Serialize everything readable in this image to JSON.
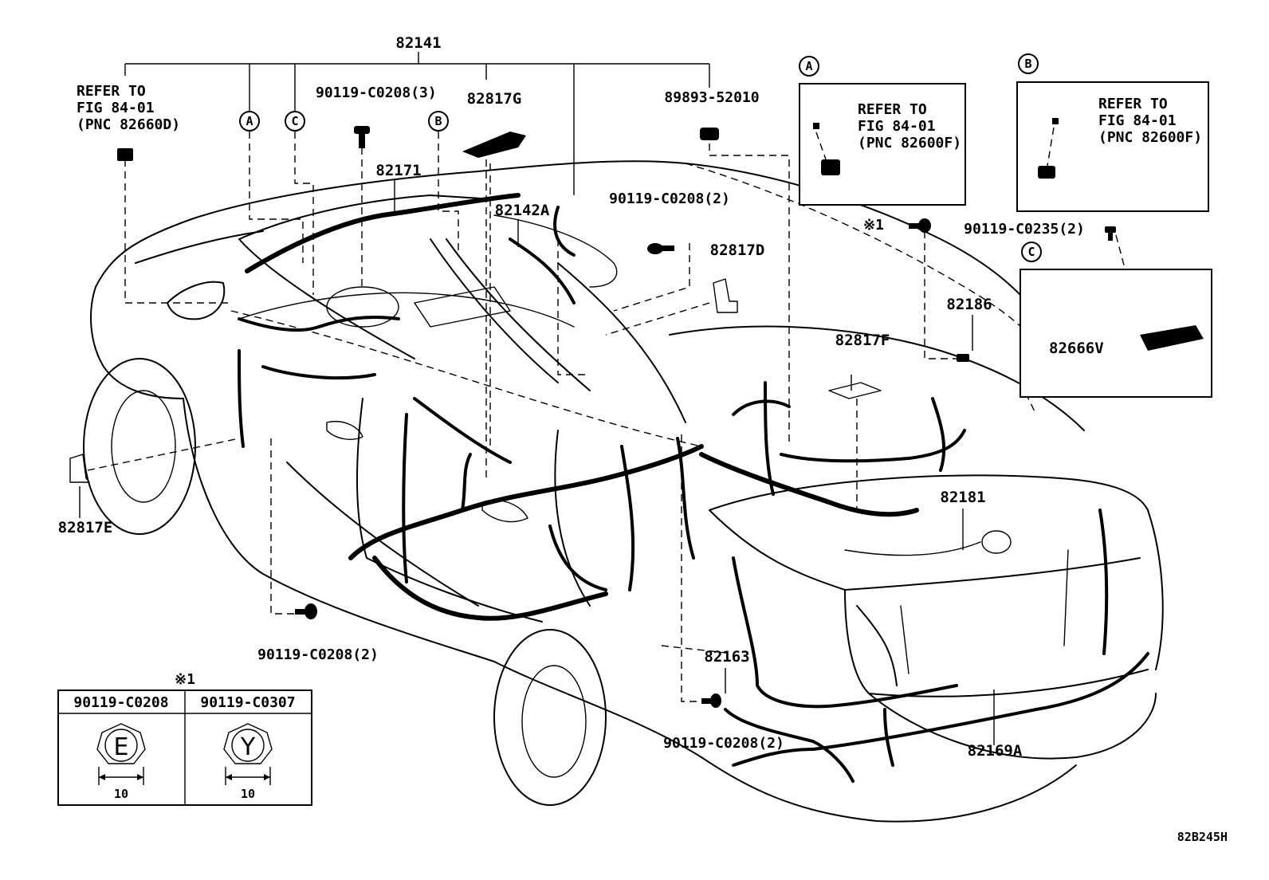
{
  "labels": {
    "p82141": "82141",
    "p82171": "82171",
    "p82817g": "82817G",
    "p82142a": "82142A",
    "p82817d": "82817D",
    "p82817f": "82817F",
    "p82817e": "82817E",
    "p82186": "82186",
    "p82181": "82181",
    "p82163": "82163",
    "p82169a": "82169A",
    "p82666v": "82666V",
    "p89893": "89893-52010",
    "bolt_top": "90119-C0208(3)",
    "bolt_mid": "90119-C0208(2)",
    "bolt_left": "90119-C0208(2)",
    "bolt_rear": "90119-C0208(2)",
    "bolt_c": "90119-C0235(2)",
    "note_star": "※1"
  },
  "callouts": {
    "a": "A",
    "b": "B",
    "c": "C"
  },
  "refer_left": {
    "line1": "REFER TO",
    "line2": "FIG 84-01",
    "line3": "(PNC 82660D)"
  },
  "inset_a": {
    "tag": "A",
    "line1": "REFER TO",
    "line2": "FIG 84-01",
    "line3": "(PNC 82600F)"
  },
  "inset_b": {
    "tag": "B",
    "line1": "REFER TO",
    "line2": "FIG 84-01",
    "line3": "(PNC 82600F)"
  },
  "inset_c": {
    "tag": "C"
  },
  "bolt_table": {
    "note": "※1",
    "columns": [
      "90119-C0208",
      "90119-C0307"
    ],
    "marks": [
      "E",
      "Y"
    ],
    "sizes": [
      "10",
      "10"
    ]
  },
  "figure_code": "82B245H"
}
